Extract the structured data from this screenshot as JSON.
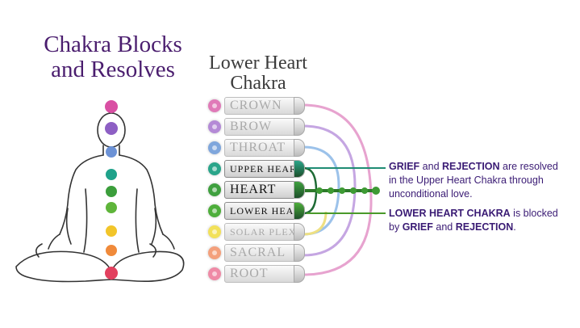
{
  "title_line1": "Chakra Blocks",
  "title_line2": "and Resolves",
  "subtitle_line1": "Lower Heart",
  "subtitle_line2": "Chakra",
  "chakras": [
    {
      "label": "CROWN",
      "color": "#e07ab8",
      "active": false
    },
    {
      "label": "BROW",
      "color": "#b48ad6",
      "active": false
    },
    {
      "label": "THROAT",
      "color": "#7fa6dc",
      "active": false
    },
    {
      "label": "UPPER HEART",
      "color": "#2aa58a",
      "active": true
    },
    {
      "label": "HEART",
      "color": "#3fa03f",
      "active": true
    },
    {
      "label": "LOWER HEART",
      "color": "#4eae3b",
      "active": true
    },
    {
      "label": "SOLAR PLEXUS",
      "color": "#f2e15a",
      "active": false
    },
    {
      "label": "SACRAL",
      "color": "#f4a07c",
      "active": false
    },
    {
      "label": "ROOT",
      "color": "#ef8aa6",
      "active": false
    }
  ],
  "resolve_note": {
    "part1": "GRIEF",
    "part2": " and ",
    "part3": "REJECTION",
    "part4": " are resolved",
    "line2": "in the Upper Heart Chakra through",
    "line3": "unconditional love."
  },
  "block_note": {
    "part1": "LOWER HEART CHAKRA",
    "part2": " is blocked",
    "part3": "by ",
    "part4": "GRIEF",
    "part5": " and ",
    "part6": "REJECTION",
    "part7": "."
  },
  "colors": {
    "title": "#4a1d6e",
    "note_text": "#3a1b74",
    "upper_heart_line": "#1f8c74",
    "lower_heart_line": "#4a9a2a"
  }
}
